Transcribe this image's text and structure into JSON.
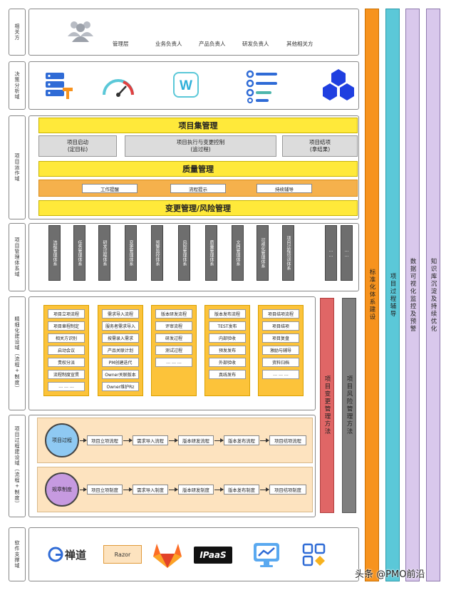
{
  "side_labels": [
    "相关方",
    "决策分析域",
    "项目运作域",
    "项目管理体系域",
    "精细化建设域（流程+制度）",
    "项目过程建设域（流程+制度）",
    "软件支撑域"
  ],
  "stakeholders": {
    "icon": "people-group-icon",
    "roles": [
      "管理层",
      "业务负责人",
      "产品负责人",
      "研发负责人",
      "其他相关方"
    ]
  },
  "decision_icons": [
    "server-tools-icon",
    "gauge-icon",
    "w-logo-icon",
    "list-checks-icon",
    "hexagon-network-icon"
  ],
  "operation": {
    "program_mgmt": "项目集管理",
    "phases": [
      "项目启动\n(定目标)",
      "项目执行与变更控制\n(追过程)",
      "项目结项\n(拿结果)"
    ],
    "quality_mgmt": "质量管理",
    "quality_items": [
      "工作提醒",
      "流程提示",
      "持续辅导"
    ],
    "change_risk_mgmt": "变更管理/风险管理"
  },
  "systems": [
    "流程管理体系",
    "任务管理体系",
    "研发过程体系",
    "变更管理体系",
    "预警监控体系",
    "风险管理体系",
    "质量管理体系",
    "文档管理体系",
    "可视化管理体系",
    "项目过程培训体系",
    "……",
    "……"
  ],
  "fine_columns": [
    {
      "head": "项目立项流程",
      "items": [
        "项目章程制定",
        "相关方识别",
        "启动会议",
        "责权分派",
        "流程制度宣贯",
        "… … …"
      ]
    },
    {
      "head": "需求导入流程",
      "items": [
        "服务者需求导入",
        "按需录入需求",
        "产品关联计划",
        "PM创建迭代",
        "Owner关联版本",
        "Owner维护Rz"
      ]
    },
    {
      "head": "版本研发流程",
      "items": [
        "评审流程",
        "研发过程",
        "测试过程",
        "… … …"
      ]
    },
    {
      "head": "版本发布流程",
      "items": [
        "TEST发布",
        "内部验收",
        "预发发布",
        "外部验收",
        "真线发布"
      ]
    },
    {
      "head": "项目结项流程",
      "items": [
        "项目结项",
        "项目复盘",
        "激励与辅导",
        "资料归档",
        "… … …"
      ]
    }
  ],
  "right_columns": [
    "项目变更管理方法",
    "项目风险管理方法",
    "标准化体系建设",
    "项目过程辅导",
    "数据可视化监控及预警",
    "知识库沉淀及持续优化"
  ],
  "process_build": {
    "rows": [
      {
        "circle": "项目过程",
        "steps": [
          "项目立项流程",
          "需求导入流程",
          "版本研发流程",
          "版本发布流程",
          "项目结项流程"
        ]
      },
      {
        "circle": "规章制度",
        "steps": [
          "项目立项制度",
          "需求导入制度",
          "版本研发制度",
          "版本发布制度",
          "项目结项制度"
        ]
      }
    ]
  },
  "software": {
    "logos": [
      "禅道",
      "Razor",
      "gitlab-fox-icon",
      "IPaaS",
      "monitor-chart-icon",
      "apps-grid-icon"
    ]
  },
  "watermark": "头条 @PMO前沿",
  "colors": {
    "yellow": "#ffe93a",
    "orange": "#f5b14c",
    "gold": "#fcc33a",
    "cream": "#fde3bf",
    "red_col": "#e06666",
    "gray_col": "#7f7f7f",
    "orange_col": "#f7931e",
    "cyan_col": "#5bc8d8",
    "lilac_col": "#d9c8ec",
    "blue": "#2f6bd6"
  }
}
